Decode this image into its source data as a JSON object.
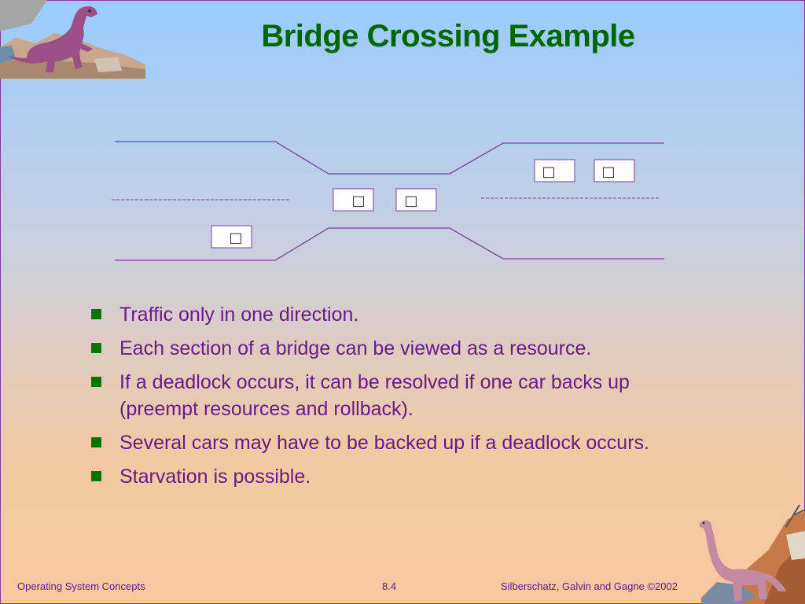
{
  "slide": {
    "title": "Bridge Crossing Example",
    "bullets": [
      "Traffic only in one direction.",
      "Each section of a bridge can be viewed as a resource.",
      "If a deadlock occurs, it can be resolved if one car backs up (preempt resources and rollback).",
      "Several cars may have to be backed up if a deadlock occurs.",
      "Starvation is possible."
    ]
  },
  "diagram": {
    "car_glyph": "□",
    "road_color": "#7f3f9f"
  },
  "footer": {
    "left": "Operating System Concepts",
    "center": "8.4",
    "right": "Silberschatz, Galvin and  Gagne ©2002"
  },
  "icons": {
    "top_left": "dinosaur-trex-icon",
    "bottom_right": "dinosaur-brontosaurus-icon"
  }
}
